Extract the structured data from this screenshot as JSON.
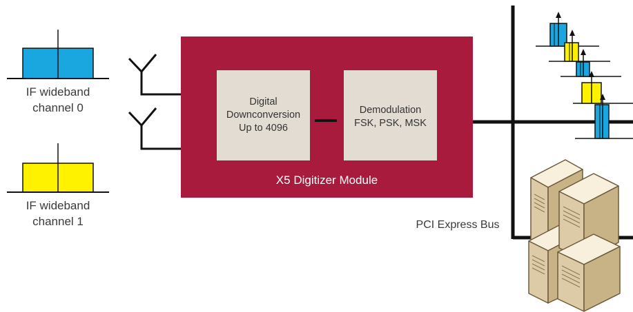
{
  "inputs": [
    {
      "line1": "IF wideband",
      "line2": "channel 0",
      "color": "#1aa7e0"
    },
    {
      "line1": "IF wideband",
      "line2": "channel 1",
      "color": "#fff200"
    }
  ],
  "module": {
    "label": "X5 Digitizer Module",
    "color": "#a81b3c",
    "ddc": {
      "line1": "Digital",
      "line2": "Downconversion",
      "line3": "Up to 4096"
    },
    "demod": {
      "line1": "Demodulation",
      "line2": "FSK, PSK, MSK"
    },
    "block_color": "#e3dcd3"
  },
  "bus": {
    "label": "PCI Express Bus"
  },
  "icons": {
    "antenna": "antenna-icon",
    "spectrum": "channelized-spectrum-icon",
    "servers": "server-stack-icon"
  }
}
